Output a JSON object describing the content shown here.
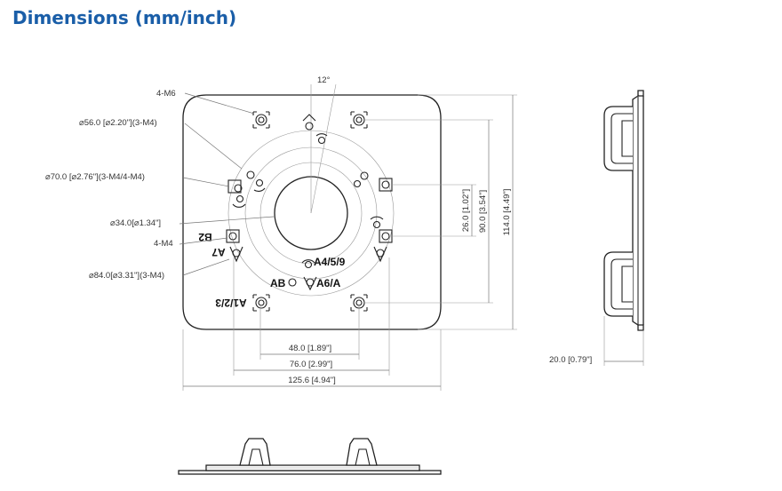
{
  "title": "Dimensions (mm/inch)",
  "angle_label": "12°",
  "callouts": {
    "m6": "4-M6",
    "d56": "⌀56.0 [⌀2.20\"](3-M4)",
    "d70": "⌀70.0 [⌀2.76\"](3-M4/4-M4)",
    "d34": "⌀34.0[⌀1.34\"]",
    "m4": "4-M4",
    "d84": "⌀84.0[⌀3.31\"](3-M4)"
  },
  "dimensions": {
    "w48": "48.0 [1.89\"]",
    "w76": "76.0 [2.99\"]",
    "w125": "125.6 [4.94\"]",
    "h26": "26.0 [1.02\"]",
    "h90": "90.0 [3.54\"]",
    "h114": "114.0 [4.49\"]",
    "t20": "20.0 [0.79\"]"
  },
  "markings": {
    "b2": "B2",
    "a7": "A7",
    "a459": "A4/5/9",
    "ab": "AB",
    "a6a": "A6/A",
    "a123": "A1/2/3"
  },
  "colors": {
    "title": "#1a5ea8",
    "line": "#222222",
    "dimension": "#777777"
  }
}
